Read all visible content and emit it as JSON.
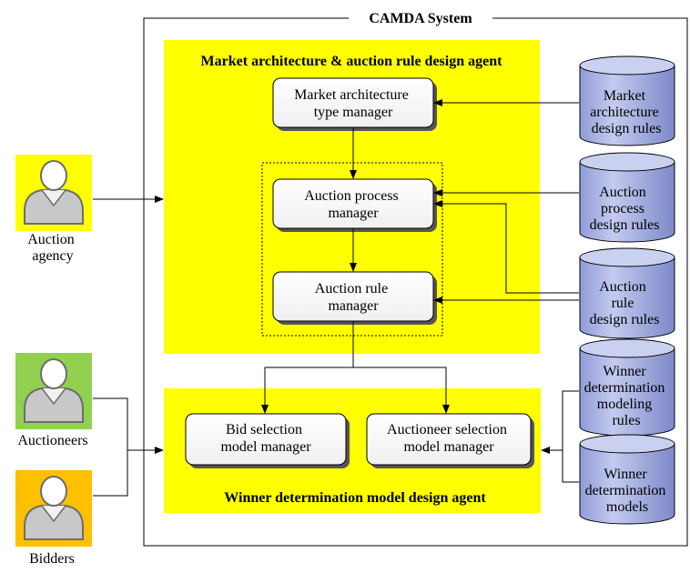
{
  "system": {
    "title": "CAMDA System"
  },
  "market_agent": {
    "title": "Market architecture & auction rule design agent"
  },
  "winner_agent": {
    "title": "Winner determination model design agent"
  },
  "managers": {
    "market_arch": [
      "Market architecture",
      "type manager"
    ],
    "auction_process": [
      "Auction process",
      "manager"
    ],
    "auction_rule": [
      "Auction rule",
      "manager"
    ],
    "bid_selection": [
      "Bid selection",
      "model manager"
    ],
    "auctioneer_selection": [
      "Auctioneer selection",
      "model manager"
    ]
  },
  "databases": {
    "market_arch_rules": [
      "Market",
      "architecture",
      "design rules"
    ],
    "auction_process_rules": [
      "Auction",
      "process",
      "design rules"
    ],
    "auction_rule_rules": [
      "Auction",
      "rule",
      "design rules"
    ],
    "wd_modeling_rules": [
      "Winner",
      "determination",
      "modeling",
      "rules"
    ],
    "wd_models": [
      "Winner",
      "determination",
      "models"
    ]
  },
  "actors": {
    "auction_agency": [
      "Auction",
      "agency"
    ],
    "auctioneers": [
      "Auctioneers"
    ],
    "bidders": [
      "Bidders"
    ]
  },
  "colors": {
    "agent_fill": "#ffff00",
    "agency_bg": "#ffff00",
    "auctioneers_bg": "#92d050",
    "bidders_bg": "#ffc000",
    "db_fill": "#a9b4e4",
    "db_top": "#c9d0f0"
  }
}
